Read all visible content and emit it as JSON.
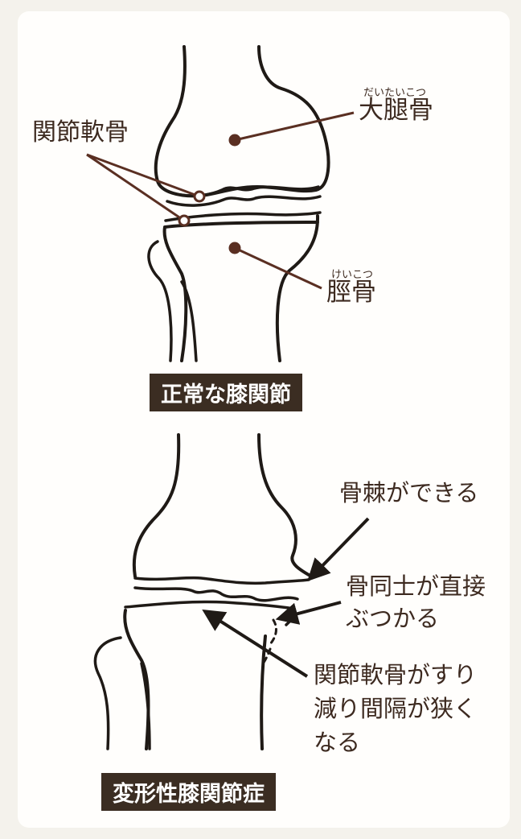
{
  "normal": {
    "cartilage_label": "関節軟骨",
    "femur_ruby": "だいたいこつ",
    "femur_label": "大腿骨",
    "tibia_ruby": "けいこつ",
    "tibia_label": "脛骨",
    "caption": "正常な膝関節"
  },
  "oa": {
    "osteophyte_label": "骨棘ができる",
    "bone_contact_line1": "骨同士が直接",
    "bone_contact_line2": "ぶつかる",
    "cartilage_wear_line1": "関節軟骨がすり",
    "cartilage_wear_line2": "減り間隔が狭く",
    "cartilage_wear_line3": "なる",
    "caption": "変形性膝関節症"
  },
  "colors": {
    "accent": "#3b2d22",
    "line": "#1f1a16",
    "dot": "#5a2f22"
  }
}
